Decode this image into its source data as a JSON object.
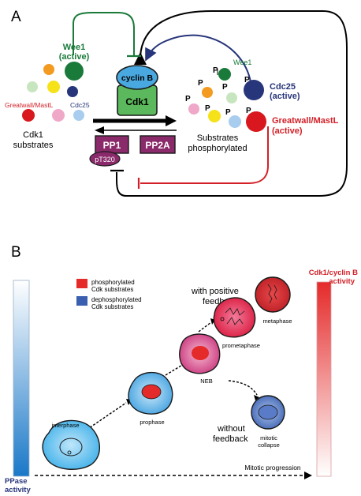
{
  "panel_a": {
    "label": "A",
    "wee1_active_line1": "Wee1",
    "wee1_active_line2": "(active)",
    "greatwall_small": "Greatwall/MastL",
    "cdc25_small": "Cdc25",
    "cdk1_substrates_line1": "Cdk1",
    "cdk1_substrates_line2": "substrates",
    "cyclin_b": "cyclin B",
    "cdk1": "Cdk1",
    "pp1": "PP1",
    "pp2a": "PP2A",
    "pt320": "pT320",
    "phospho_p": "P",
    "wee1_small": "Wee1",
    "cdc25_active_line1": "Cdc25",
    "cdc25_active_line2": "(active)",
    "substrates_phos_line1": "Substrates",
    "substrates_phos_line2": "phosphorylated",
    "greatwall_active_line1": "Greatwall/MastL",
    "greatwall_active_line2": "(active)"
  },
  "panel_b": {
    "label": "B",
    "legend_phos_line1": "phosphorylated",
    "legend_phos_line2": "Cdk substrates",
    "legend_dephos_line1": "dephosphorylated",
    "legend_dephos_line2": "Cdk substrates",
    "with_feedback_line1": "with positive",
    "with_feedback_line2": "feedback",
    "without_feedback_line1": "without",
    "without_feedback_line2": "feedback",
    "cdk1_activity_line1": "Cdk1/cyclin B",
    "cdk1_activity_line2": "activity",
    "ppase_line1": "PPase",
    "ppase_line2": "activity",
    "mitotic_progression": "Mitotic progression",
    "stage_interphase": "interphase",
    "stage_prophase": "prophase",
    "stage_neb": "NEB",
    "stage_prometaphase": "prometaphase",
    "stage_metaphase": "metaphase",
    "stage_mitotic_line1": "mitotic",
    "stage_mitotic_line2": "collapse"
  },
  "colors": {
    "wee1_green": "#1a7a3a",
    "cdc25_navy": "#27357a",
    "greatwall_red": "#d32027",
    "pp_purple": "#8a2a6a",
    "cyclin_blue": "#4aa8e0",
    "cdk1_green": "#5cb85c"
  }
}
